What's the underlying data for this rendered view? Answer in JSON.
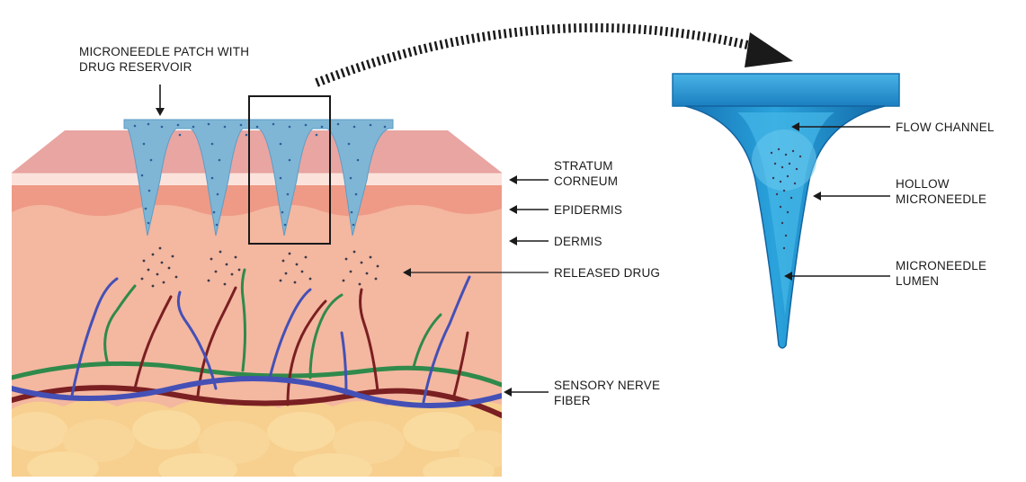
{
  "labels": {
    "patch": "MICRONEEDLE PATCH WITH\nDRUG RESERVOIR",
    "stratum": "STRATUM\nCORNEUM",
    "epidermis": "EPIDERMIS",
    "dermis": "DERMIS",
    "released": "RELEASED DRUG",
    "nerve": "SENSORY NERVE\nFIBER",
    "flow": "FLOW CHANNEL",
    "hollow": "HOLLOW\nMICRONEEDLE",
    "lumen": "MICRONEEDLE\nLUMEN"
  },
  "colors": {
    "skin_top": "#e8a5a2",
    "stratum_corneum": "#fbe3dc",
    "epidermis": "#ee9a86",
    "dermis": "#f4b7a0",
    "fat": "#f7cf8e",
    "patch": "#7fb6d6",
    "patch_dots": "#2f5f9a",
    "needle_blue": "#1e88c7",
    "vein": "#4450b6",
    "artery": "#7a1f22",
    "nerve": "#2f8a4b"
  }
}
